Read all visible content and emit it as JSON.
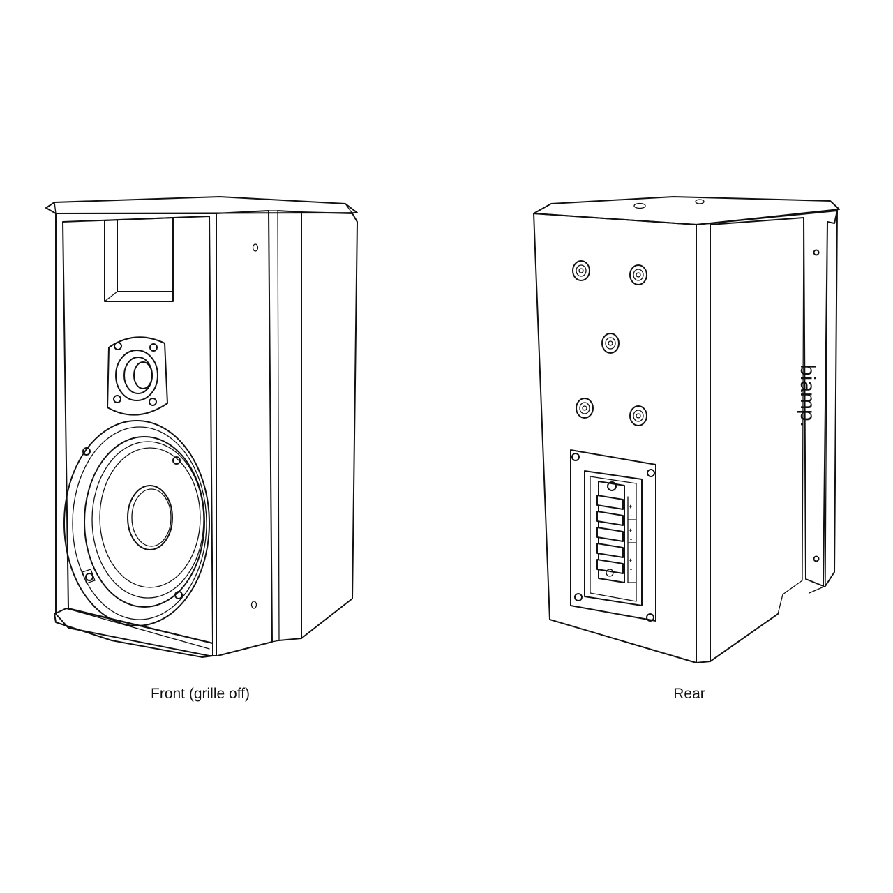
{
  "captions": {
    "front": "Front (grille off)",
    "rear": "Rear"
  },
  "rear_logo": "biamp.",
  "terminal_labels": [
    "+",
    "-",
    "+",
    "-",
    "+",
    "-"
  ],
  "colors": {
    "line": "#111111",
    "background": "#ffffff"
  }
}
